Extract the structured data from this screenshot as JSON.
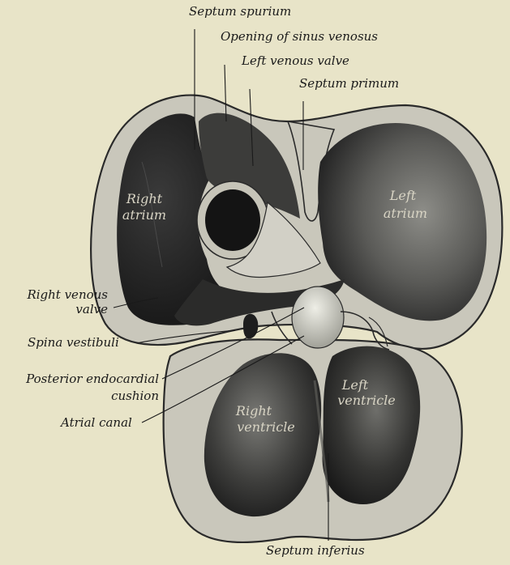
{
  "labels": {
    "septum_spurium": "Septum spurium",
    "opening_sinus_venosus": "Opening of sinus venosus",
    "left_venous_valve": "Left venous valve",
    "septum_primum": "Septum primum",
    "right_venous_valve_line1": "Right venous",
    "right_venous_valve_line2": "valve",
    "spina_vestibuli": "Spina vestibuli",
    "posterior_cushion_line1": "Posterior endocardial",
    "posterior_cushion_line2": "cushion",
    "atrial_canal": "Atrial canal",
    "septum_inferius": "Septum inferius"
  },
  "inner_labels": {
    "right_atrium_line1": "Right",
    "right_atrium_line2": "atrium",
    "left_atrium_line1": "Left",
    "left_atrium_line2": "atrium",
    "right_ventricle_line1": "Right",
    "right_ventricle_line2": "ventricle",
    "left_ventricle_line1": "Left",
    "left_ventricle_line2": "ventricle"
  },
  "colors": {
    "background": "#e8e4c8",
    "wall": "#c9c7bb",
    "outline": "#2a2a2a",
    "cavity_dark": "#1f1f1f",
    "cavity_mid": "#4a4a4a",
    "cavity_light": "#8a8a8a"
  }
}
